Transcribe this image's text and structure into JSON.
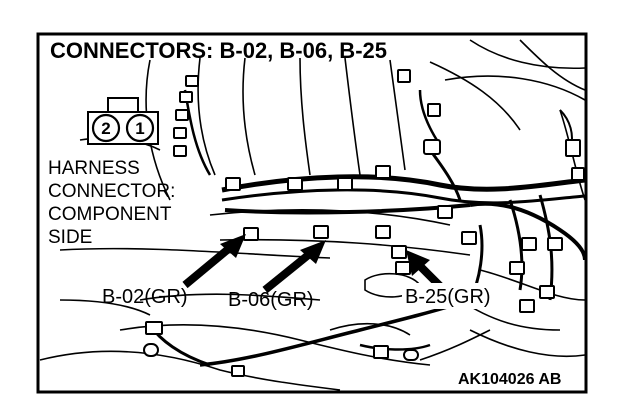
{
  "title": "CONNECTORS: B-02, B-06, B-25",
  "harness_connector": {
    "lines": [
      "HARNESS",
      "CONNECTOR:",
      "COMPONENT",
      "SIDE"
    ],
    "pins": [
      "2",
      "1"
    ]
  },
  "callouts": [
    {
      "label": "B-02(GR)"
    },
    {
      "label": "B-06(GR)"
    },
    {
      "label": "B-25(GR)"
    }
  ],
  "figure_code": "AK104026 AB",
  "colors": {
    "ink": "#000000",
    "paper": "#ffffff"
  }
}
